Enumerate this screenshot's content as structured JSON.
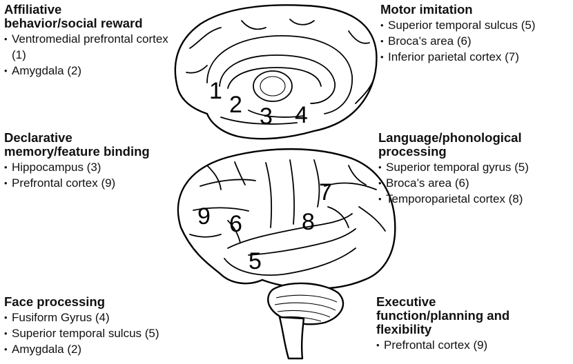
{
  "panels": {
    "affiliative": {
      "title_line1": "Affiliative",
      "title_line2": "behavior/social reward",
      "items": [
        "Ventromedial prefrontal cortex (1)",
        "Amygdala (2)"
      ]
    },
    "declarative": {
      "title_line1": "Declarative",
      "title_line2": "memory/feature binding",
      "items": [
        "Hippocampus (3)",
        "Prefrontal cortex (9)"
      ]
    },
    "face": {
      "title_line1": "Face processing",
      "items": [
        "Fusiform Gyrus (4)",
        "Superior temporal sulcus (5)",
        "Amygdala (2)"
      ]
    },
    "motor": {
      "title_line1": "Motor imitation",
      "items": [
        "Superior temporal sulcus (5)",
        "Broca’s area (6)",
        "Inferior parietal cortex (7)"
      ]
    },
    "language": {
      "title_line1": "Language/phonological",
      "title_line2": "processing",
      "items": [
        "Superior temporal gyrus (5)",
        "Broca’s area (6)",
        "Temporoparietal cortex (8)"
      ]
    },
    "executive": {
      "title_line1": "Executive",
      "title_line2": "function/planning and",
      "title_line3": "flexibility",
      "items": [
        "Prefrontal cortex (9)"
      ]
    }
  },
  "region_labels": {
    "medial": [
      "1",
      "2",
      "3",
      "4"
    ],
    "lateral": [
      "5",
      "6",
      "7",
      "8",
      "9"
    ]
  },
  "colors": {
    "ink": "#111111",
    "background": "#ffffff"
  }
}
